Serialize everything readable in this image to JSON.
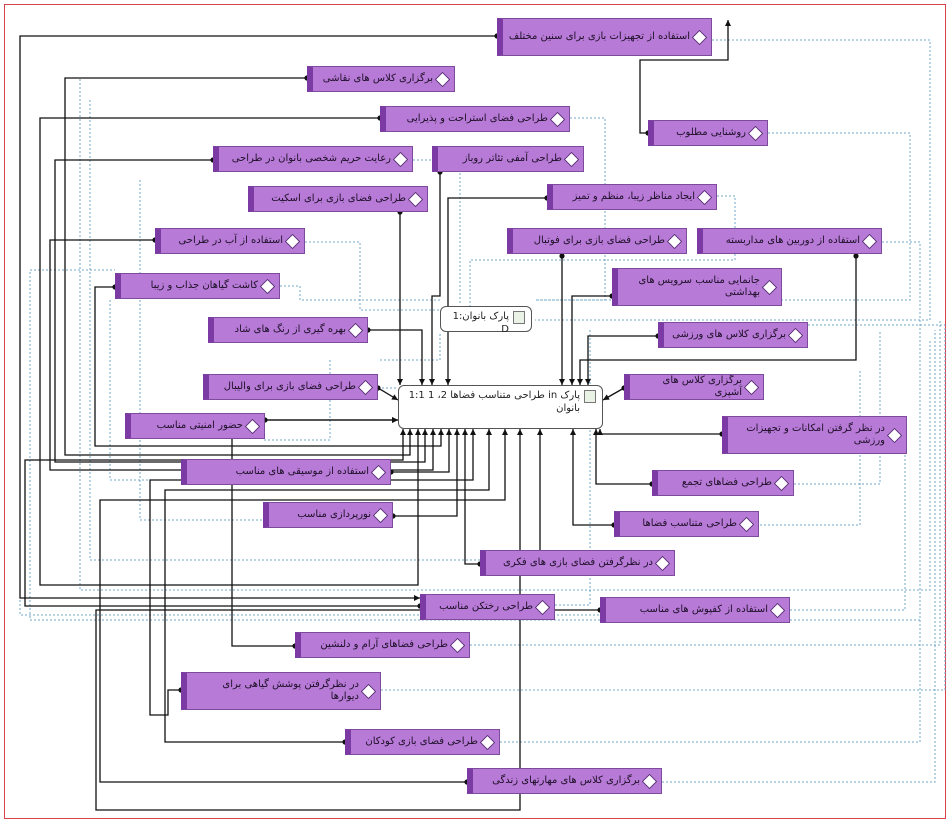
{
  "center": {
    "label": "پارک in طراحی متناسب فضاها 2، 1 1:1 بانوان"
  },
  "top_node": {
    "label": "پارک بانوان:1 D"
  },
  "codes": [
    {
      "id": "c1",
      "label": "استفاده از تجهیزات بازی برای سنین مختلف"
    },
    {
      "id": "c2",
      "label": "برگزاری کلاس های نقاشی"
    },
    {
      "id": "c3",
      "label": "طراحی فضای استراحت و پذیرایی"
    },
    {
      "id": "c4",
      "label": "روشنایی مطلوب"
    },
    {
      "id": "c5",
      "label": "رعایت حریم شخصی بانوان در طراحی"
    },
    {
      "id": "c6",
      "label": "طراحی آمفی تئاتر روباز"
    },
    {
      "id": "c7",
      "label": "طراحی فضای بازی برای اسکیت"
    },
    {
      "id": "c8",
      "label": "ایجاد مناظر زیبا، منظم و تمیز"
    },
    {
      "id": "c9",
      "label": "استفاده از آب در طراحی"
    },
    {
      "id": "c10",
      "label": "طراحی فضای بازی برای فوتبال"
    },
    {
      "id": "c11",
      "label": "استفاده از دوربین های مداربسته"
    },
    {
      "id": "c12",
      "label": "کاشت گیاهان جذاب و زیبا"
    },
    {
      "id": "c13",
      "label": "جانمایی مناسب سرویس های بهداشتی"
    },
    {
      "id": "c14",
      "label": "بهره گیری از رنگ های شاد"
    },
    {
      "id": "c15",
      "label": "برگزاری کلاس های ورزشی"
    },
    {
      "id": "c16",
      "label": "طراحی فضای بازی برای والیبال"
    },
    {
      "id": "c17",
      "label": "برگزاری کلاس های آشپزی"
    },
    {
      "id": "c18",
      "label": "حضور امنیتی مناسب"
    },
    {
      "id": "c19",
      "label": "در نظر گرفتن امکانات و تجهیزات ورزشی"
    },
    {
      "id": "c20",
      "label": "استفاده از موسیقی های مناسب"
    },
    {
      "id": "c21",
      "label": "طراحی فضاهای تجمع"
    },
    {
      "id": "c22",
      "label": "نورپردازی مناسب"
    },
    {
      "id": "c23",
      "label": "طراحی متناسب فضاها"
    },
    {
      "id": "c24",
      "label": "در نظرگرفتن فضای بازی های فکری"
    },
    {
      "id": "c25",
      "label": "طراحی رختکن مناسب"
    },
    {
      "id": "c26",
      "label": "استفاده از کفپوش های مناسب"
    },
    {
      "id": "c27",
      "label": "طراحی فضاهای آرام و دلنشین"
    },
    {
      "id": "c28",
      "label": "در نظرگرفتن پوشش گیاهی برای دیوارها"
    },
    {
      "id": "c29",
      "label": "طراحی فضای بازی کودکان"
    },
    {
      "id": "c30",
      "label": "برگزاری کلاس های مهارتهای زندگی"
    }
  ],
  "colors": {
    "code_fill": "#b77ad6",
    "code_border": "#7c3aa5",
    "link": "#111111",
    "dotted": "#6fa7c9",
    "frame": "#d9434b"
  }
}
